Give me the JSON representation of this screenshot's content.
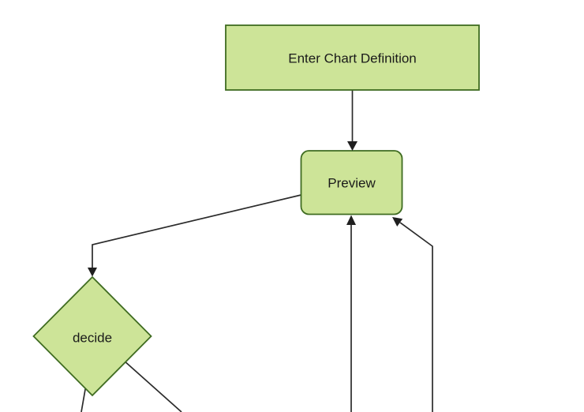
{
  "diagram": {
    "kind": "flowchart",
    "background": "#ffffff",
    "colors": {
      "node_fill": "#cde498",
      "node_border": "#3f6c21",
      "edge": "#2b2b2b",
      "arrowhead": "#1f1f1f",
      "text": "#1a1a1a"
    },
    "nodes": {
      "enter": {
        "label": "Enter Chart Definition",
        "shape": "rectangle"
      },
      "preview": {
        "label": "Preview",
        "shape": "rounded-rectangle"
      },
      "decide": {
        "label": "decide",
        "shape": "diamond"
      }
    },
    "edges": [
      {
        "from": "enter",
        "to": "preview",
        "arrow": true
      },
      {
        "from": "preview",
        "to": "decide",
        "arrow": true
      },
      {
        "from": "offscreen-bottom",
        "to": "preview",
        "arrow": true
      },
      {
        "from": "offscreen-bottom-right",
        "to": "preview",
        "arrow": true
      },
      {
        "from": "decide",
        "to": "offscreen-bottom-left",
        "arrow": false
      },
      {
        "from": "decide",
        "to": "offscreen-bottom-right",
        "arrow": false
      }
    ]
  }
}
